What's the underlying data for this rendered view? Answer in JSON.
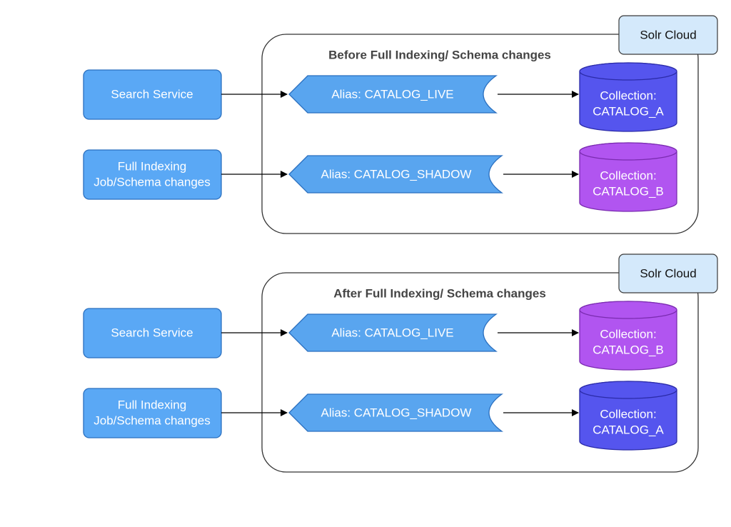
{
  "colors": {
    "service_fill": "#5aa8f5",
    "service_stroke": "#2a6fbf",
    "alias_fill": "#59a5ef",
    "alias_stroke": "#2a6fbf",
    "catalog_a_fill": "#5555ee",
    "catalog_a_stroke": "#2b2ba8",
    "catalog_b_fill": "#b155f0",
    "catalog_b_stroke": "#7a2bb0",
    "solr_fill": "#d4e9fb",
    "solr_stroke": "#3a3a3a",
    "group_stroke": "#333333",
    "arrow": "#000000"
  },
  "panels": [
    {
      "title": "Before Full Indexing/ Schema changes",
      "solr_label": "Solr Cloud",
      "rows": [
        {
          "source": [
            "Search Service"
          ],
          "alias": "Alias: CATALOG_LIVE",
          "collection": [
            "Collection:",
            "CATALOG_A"
          ],
          "collection_color": "catalog_a"
        },
        {
          "source": [
            "Full Indexing",
            "Job/Schema changes"
          ],
          "alias": "Alias: CATALOG_SHADOW",
          "collection": [
            "Collection:",
            "CATALOG_B"
          ],
          "collection_color": "catalog_b"
        }
      ]
    },
    {
      "title": "After Full Indexing/ Schema changes",
      "solr_label": "Solr Cloud",
      "rows": [
        {
          "source": [
            "Search Service"
          ],
          "alias": "Alias: CATALOG_LIVE",
          "collection": [
            "Collection:",
            "CATALOG_B"
          ],
          "collection_color": "catalog_b"
        },
        {
          "source": [
            "Full Indexing",
            "Job/Schema changes"
          ],
          "alias": "Alias: CATALOG_SHADOW",
          "collection": [
            "Collection:",
            "CATALOG_A"
          ],
          "collection_color": "catalog_a"
        }
      ]
    }
  ]
}
